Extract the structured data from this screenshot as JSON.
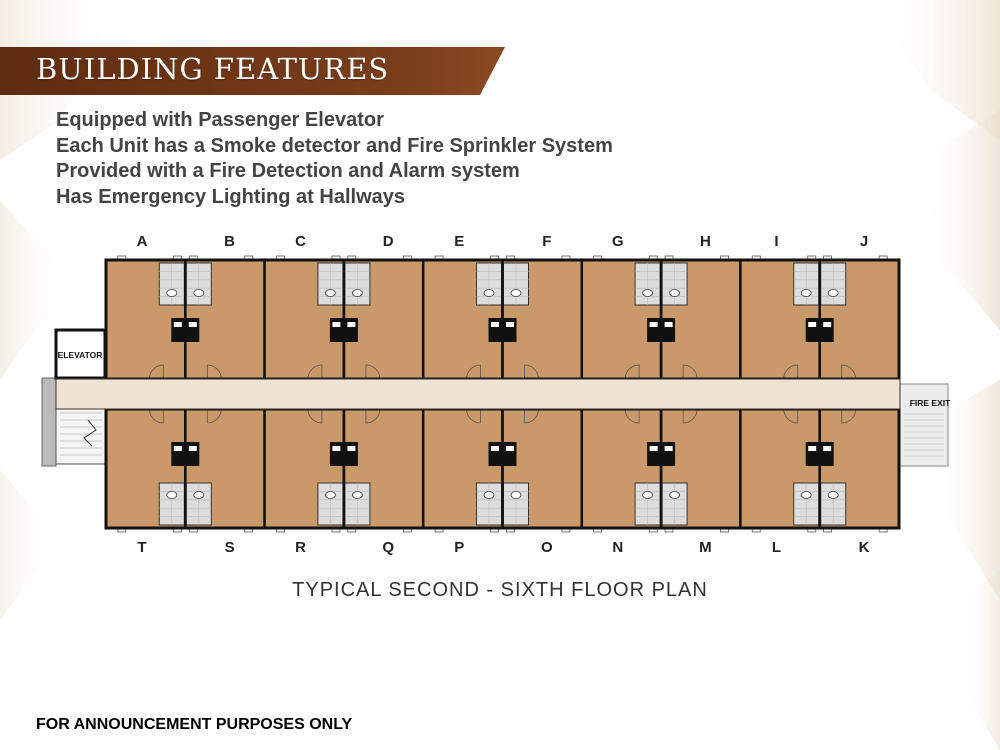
{
  "banner": {
    "title": "BUILDING FEATURES",
    "color": "#6b3516"
  },
  "features": [
    "Equipped with Passenger Elevator",
    "Each Unit has a Smoke detector and Fire Sprinkler System",
    "Provided with a Fire Detection and Alarm system",
    "Has Emergency Lighting at Hallways"
  ],
  "floor_plan": {
    "top_units": [
      "A",
      "B",
      "C",
      "D",
      "E",
      "F",
      "G",
      "H",
      "I",
      "J"
    ],
    "bottom_units": [
      "T",
      "S",
      "R",
      "Q",
      "P",
      "O",
      "N",
      "M",
      "L",
      "K"
    ],
    "elevator_label": "ELEVATOR",
    "fire_exit_label": "FIRE EXIT",
    "caption": "TYPICAL SECOND - SIXTH FLOOR PLAN",
    "unit_color": "#c9996a",
    "corridor_color": "#efe3d4"
  },
  "footer_note": "FOR ANNOUNCEMENT PURPOSES ONLY"
}
